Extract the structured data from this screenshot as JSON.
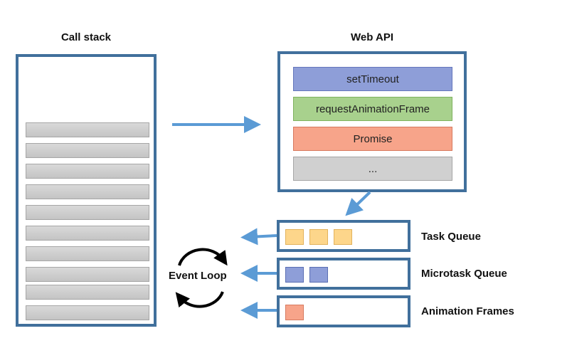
{
  "call_stack": {
    "title": "Call stack"
  },
  "web_api": {
    "title": "Web API",
    "items": [
      "setTimeout",
      "requestAnimationFrame",
      "Promise",
      "..."
    ]
  },
  "queues": [
    {
      "label": "Task Queue",
      "squares": 3,
      "color": "yellow"
    },
    {
      "label": "Microtask Queue",
      "squares": 2,
      "color": "blue"
    },
    {
      "label": "Animation Frames",
      "squares": 1,
      "color": "orange"
    }
  ],
  "event_loop": {
    "label": "Event Loop"
  },
  "colors": {
    "border": "#41709c",
    "arrow": "#5b9bd5",
    "set_timeout": "#8e9ed8",
    "request_animation_frame": "#a8d18d",
    "promise": "#f7a48a",
    "ellipsis": "#cfcfcf"
  }
}
